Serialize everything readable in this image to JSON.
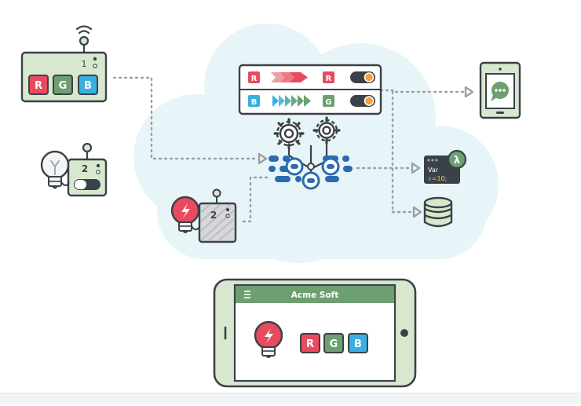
{
  "colors": {
    "red": "#e84a5f",
    "green": "#6d9f71",
    "blue": "#3aaee0",
    "navy": "#2b6cb0",
    "outline": "#3b4148",
    "device_green": "#d8e8cf",
    "cloud": "#e8f5f8",
    "orange": "#f5a13a",
    "dot": "#9aa0a6"
  },
  "controller": {
    "number": "1",
    "buttons": [
      "R",
      "G",
      "B"
    ],
    "antenna_icon": "wifi-icon"
  },
  "bulb_device": {
    "number": "2",
    "bulb_icon": "lightbulb-icon"
  },
  "cloud_device": {
    "number": "2",
    "bulb_icon": "lightning-bulb-icon"
  },
  "rules_panel": {
    "rows": [
      {
        "from": "R",
        "to": "R"
      },
      {
        "from": "B",
        "to": "G"
      }
    ],
    "gear_icon": "gear-icon"
  },
  "lambda_card": {
    "symbol": "λ",
    "line1": "Var",
    "line2_name": "x",
    "line2_rest": "=10;"
  },
  "tablet": {
    "chat_icon": "chat-bubble-icon"
  },
  "database": {
    "icon": "database-icon"
  },
  "phone_app": {
    "title": "Acme Soft",
    "menu_icon": "hamburger-icon",
    "buttons": [
      "R",
      "G",
      "B"
    ],
    "bulb_icon": "lightning-bulb-icon"
  }
}
